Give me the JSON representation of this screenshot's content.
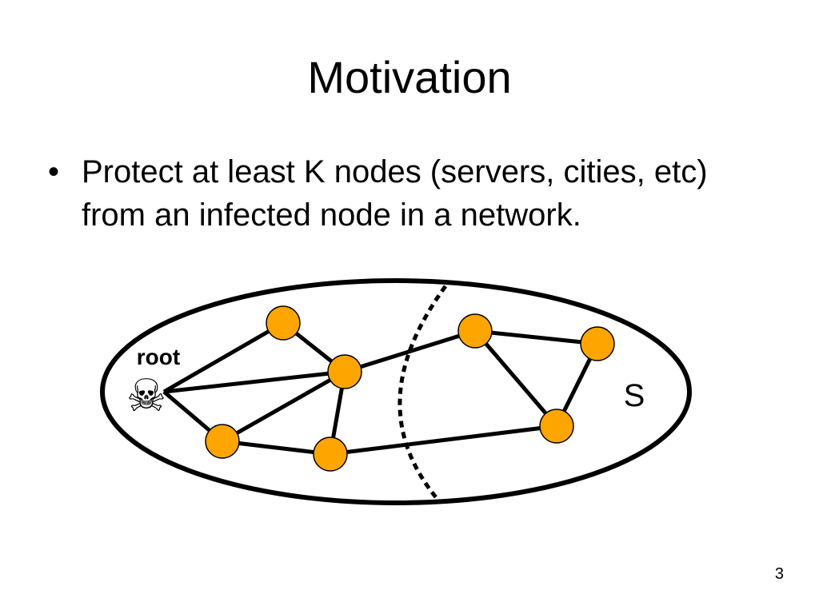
{
  "slide": {
    "title": "Motivation",
    "bullet_marker": "•",
    "bullet_text": "Protect at least K nodes (servers, cities, etc) from an infected node in a network.",
    "page_number": "3"
  },
  "diagram": {
    "root_label": "root",
    "root_icon": "skull-and-crossbones-icon",
    "root_glyph": "☠",
    "set_label": "S",
    "node_color": "#FFA500",
    "edge_color": "#000000",
    "nodes": [
      {
        "id": "root"
      },
      {
        "id": "n1"
      },
      {
        "id": "n2"
      },
      {
        "id": "n3"
      },
      {
        "id": "n4"
      },
      {
        "id": "n5"
      },
      {
        "id": "n6"
      },
      {
        "id": "n7"
      }
    ],
    "edges": [
      [
        "root",
        "n1"
      ],
      [
        "root",
        "n2"
      ],
      [
        "root",
        "n3"
      ],
      [
        "n1",
        "n2"
      ],
      [
        "n2",
        "n3"
      ],
      [
        "n2",
        "n4"
      ],
      [
        "n3",
        "n4"
      ],
      [
        "n2",
        "n5"
      ],
      [
        "n4",
        "n7"
      ],
      [
        "n5",
        "n6"
      ],
      [
        "n5",
        "n7"
      ],
      [
        "n6",
        "n7"
      ]
    ]
  }
}
